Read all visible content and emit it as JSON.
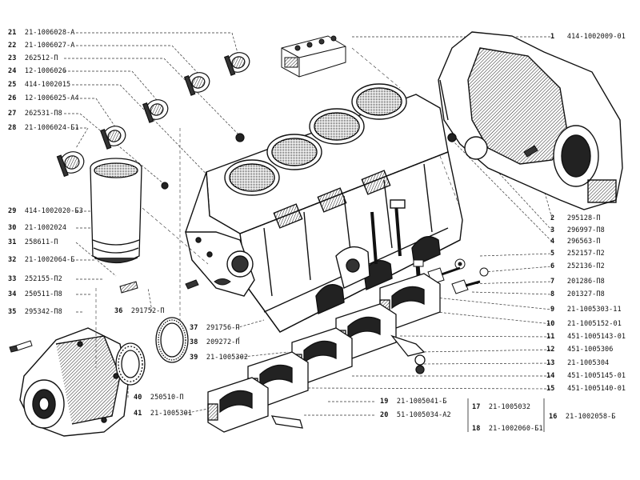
{
  "callouts_left": [
    {
      "num": "21",
      "part": "21-1006028-А"
    },
    {
      "num": "22",
      "part": "21-1006027-А"
    },
    {
      "num": "23",
      "part": "262512-П"
    },
    {
      "num": "24",
      "part": "12-1006026"
    },
    {
      "num": "25",
      "part": "414-1002015"
    },
    {
      "num": "26",
      "part": "12-1006025-А4"
    },
    {
      "num": "27",
      "part": "262531-П8"
    },
    {
      "num": "28",
      "part": "21-1006024-Б1"
    },
    {
      "num": "29",
      "part": "414-1002020-Б3"
    },
    {
      "num": "30",
      "part": "21-1002024"
    },
    {
      "num": "31",
      "part": "258611-П"
    },
    {
      "num": "32",
      "part": "21-1002064-Б"
    },
    {
      "num": "33",
      "part": "252155-П2"
    },
    {
      "num": "34",
      "part": "250511-П8"
    },
    {
      "num": "35",
      "part": "295342-П8"
    }
  ],
  "callouts_right": [
    {
      "num": "1",
      "part": "414-1002009-01"
    },
    {
      "num": "2",
      "part": "295128-П"
    },
    {
      "num": "3",
      "part": "296997-П8"
    },
    {
      "num": "4",
      "part": "296563-П"
    },
    {
      "num": "5",
      "part": "252157-П2"
    },
    {
      "num": "6",
      "part": "252136-П2"
    },
    {
      "num": "7",
      "part": "201286-П8"
    },
    {
      "num": "8",
      "part": "201327-П8"
    },
    {
      "num": "9",
      "part": "21-1005303-11"
    },
    {
      "num": "10",
      "part": "21-1005152-01"
    },
    {
      "num": "11",
      "part": "451-1005143-01"
    },
    {
      "num": "12",
      "part": "451-1005306"
    },
    {
      "num": "13",
      "part": "21-1005304"
    },
    {
      "num": "14",
      "part": "451-1005145-01"
    },
    {
      "num": "15",
      "part": "451-1005140-01"
    }
  ],
  "callouts_center": [
    {
      "num": "36",
      "part": "291752-П"
    },
    {
      "num": "37",
      "part": "291756-П"
    },
    {
      "num": "38",
      "part": "209272-П"
    },
    {
      "num": "39",
      "part": "21-1005302"
    },
    {
      "num": "40",
      "part": "250510-П"
    },
    {
      "num": "41",
      "part": "21-1005301"
    },
    {
      "num": "19",
      "part": "21-1005041-Б"
    },
    {
      "num": "20",
      "part": "51-1005034-А2"
    }
  ],
  "group_labels": [
    {
      "num": "17",
      "part": "21-1005032"
    },
    {
      "num": "16",
      "part": "21-1002058-Б"
    },
    {
      "num": "18",
      "part": "21-1002060-Б1"
    }
  ],
  "colors": {
    "ink": "#111111",
    "paper": "#ffffff",
    "shade": "#555555"
  }
}
